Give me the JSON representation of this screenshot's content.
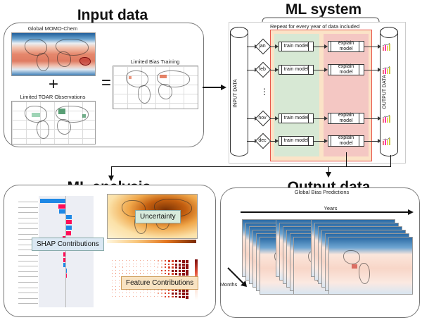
{
  "sections": {
    "input": {
      "title": "Input data",
      "global_map_caption": "Global MOMO-Chem",
      "plus": "+",
      "equals": "=",
      "toar_caption": "Limited TOAR Observations",
      "bias_caption": "Limited Bias Training"
    },
    "ml_system": {
      "title": "ML system",
      "repeat_label": "Repeat for every year of data included",
      "input_cylinder": "INPUT DATA",
      "output_cylinder": "OUTPUT DATA",
      "ellipsis": "⋮",
      "rows": [
        {
          "month": "jan",
          "train": "train model",
          "explain": "explain model"
        },
        {
          "month": "feb",
          "train": "train model",
          "explain": "explain model"
        },
        {
          "month": "nov",
          "train": "train model",
          "explain": "explain model"
        },
        {
          "month": "dec",
          "train": "train model",
          "explain": "explain model"
        }
      ],
      "colors": {
        "train_bg": "#d7e8d4",
        "explain_bg": "#f4c7c3",
        "outer_bg": "#fbe3c7",
        "outer_border": "#e8574c"
      }
    },
    "analysis": {
      "title": "ML analysis",
      "shap_label": "SHAP Contributions",
      "uncertainty_label": "Uncertainty",
      "feature_label": "Feature Contributions"
    },
    "output": {
      "title": "Output data",
      "caption": "Global Bias Predictions",
      "years_label": "Years",
      "months_label": "Months"
    }
  }
}
